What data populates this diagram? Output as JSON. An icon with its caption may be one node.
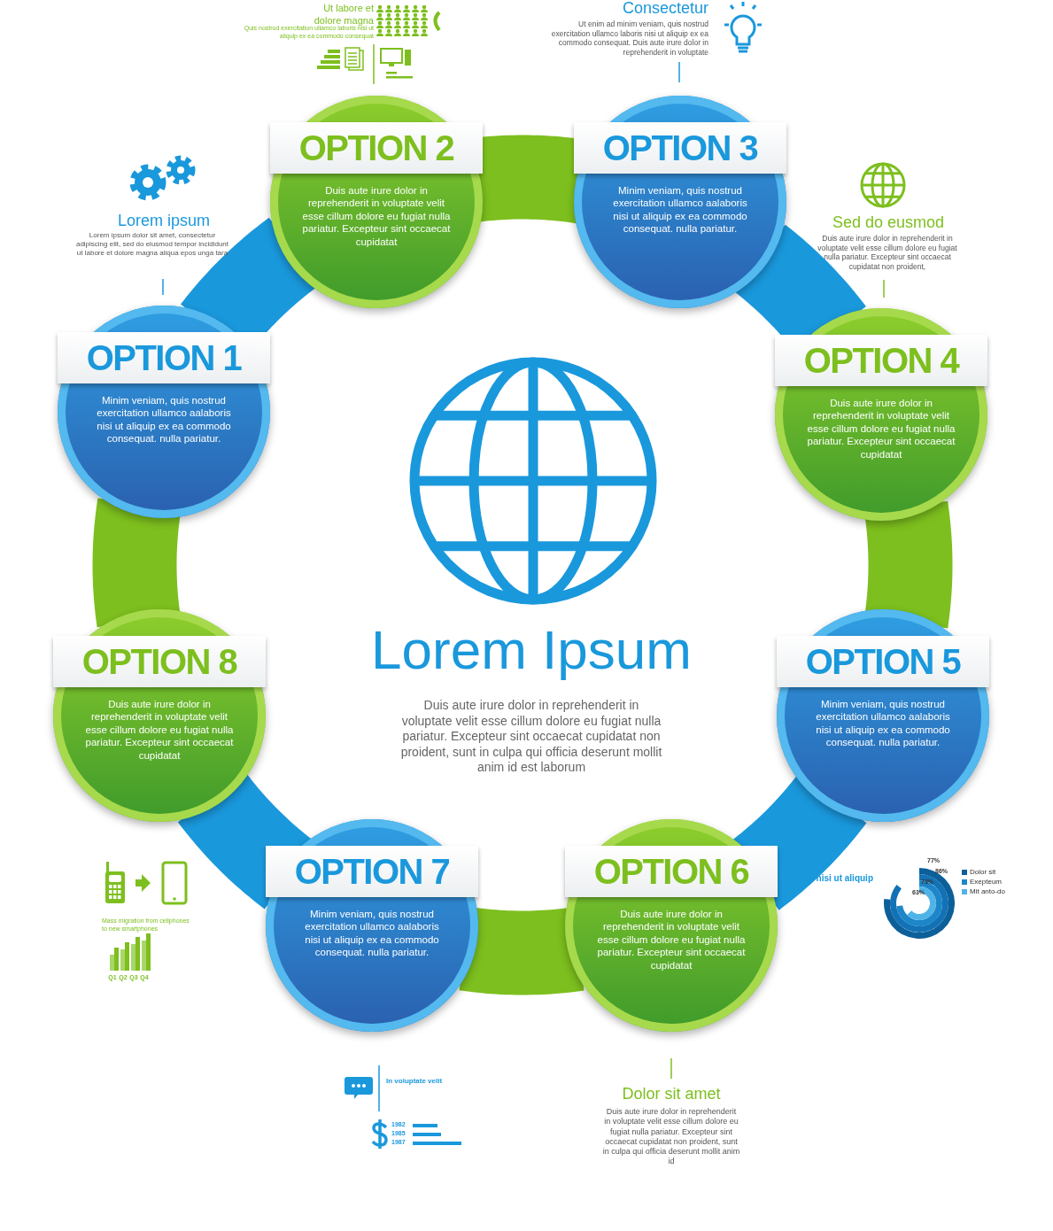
{
  "diagram": {
    "title": "Lorem Ipsum",
    "nodes": [
      {
        "text": [
          "OPTION 1",
          "Minim veniam, quis nostrud exercitation ullamco aalaboris nisi ut aliquip ex ea commodo consequat. nulla pariatur."
        ]
      },
      {
        "text": [
          "OPTION 2",
          "Duis aute irure dolor in reprehenderit in voluptate velit esse cillum dolore eu fugiat nulla pariatur. Excepteur sint occaecat cupidatat"
        ]
      },
      {
        "text": [
          "OPTION 3",
          "Minim veniam, quis nostrud exercitation ullamco aalaboris nisi ut aliquip ex ea commodo consequat. nulla pariatur."
        ]
      },
      {
        "text": [
          "OPTION 4",
          "Duis aute irure dolor in reprehenderit in voluptate velit esse cillum dolore eu fugiat nulla pariatur. Excepteur sint occaecat cupidatat"
        ]
      },
      {
        "text": [
          "OPTION 5",
          "Minim veniam, quis nostrud exercitation ullamco aalaboris nisi ut aliquip ex ea commodo consequat. nulla pariatur."
        ]
      },
      {
        "text": [
          "OPTION 6",
          "Duis aute irure dolor in reprehenderit in voluptate velit esse cillum dolore eu fugiat nulla pariatur. Excepteur sint occaecat cupidatat"
        ]
      },
      {
        "text": [
          "OPTION 7",
          "Minim veniam, quis nostrud exercitation ullamco aalaboris nisi ut aliquip ex ea commodo consequat. nulla pariatur."
        ]
      },
      {
        "text": [
          "OPTION 8",
          "Duis aute irure dolor in reprehenderit in voluptate velit esse cillum dolore eu fugiat nulla pariatur. Excepteur sint occaecat cupidatat"
        ]
      }
    ],
    "edges": [
      {
        "from": 0,
        "to": 1,
        "arrow": "none",
        "color": "#1a98dc"
      },
      {
        "from": 1,
        "to": 2,
        "arrow": "none",
        "color": "#7dbf1e"
      },
      {
        "from": 2,
        "to": 3,
        "arrow": "none",
        "color": "#1a98dc"
      },
      {
        "from": 3,
        "to": 4,
        "arrow": "none",
        "color": "#7dbf1e"
      },
      {
        "from": 4,
        "to": 5,
        "arrow": "none",
        "color": "#1a98dc"
      },
      {
        "from": 5,
        "to": 6,
        "arrow": "none",
        "color": "#7dbf1e"
      },
      {
        "from": 6,
        "to": 7,
        "arrow": "none",
        "color": "#1a98dc"
      },
      {
        "from": 7,
        "to": 0,
        "arrow": "none",
        "color": "#7dbf1e"
      }
    ],
    "labels": [
      "Ut labore et dolore magna",
      "Quis nostrud exercitation ullamco laboris nisi ut aliquip ex ea commodo consequat",
      "Consectetur",
      "Ut enim ad minim veniam, quis nostrud exercitation ullamco laboris nisi ut aliquip ex ea commodo consequat. Duis aute irure dolor in reprehenderit in voluptate",
      "Lorem ipsum",
      "Lorem ipsum dolor sit amet, consectetur adipiscing elit, sed do eiusmod tempor incididunt ut labore et dolore magna aliqua epos unga tara",
      "Sed do eusmod",
      "Duis aute irure dolor in reprehenderit in voluptate velit esse cillum dolore eu fugiat nulla pariatur. Excepteur sint occaecat cupidatat non proident,",
      "Duis aute irure dolor in reprehenderit in voluptate velit esse cillum dolore eu fugiat nulla pariatur. Excepteur sint occaecat cupidatat non proident, sunt in culpa qui officia deserunt mollit anim id est laborum",
      "Mass migration from cellphones to new smartphones",
      "Q1",
      "Q2",
      "Q3",
      "Q4",
      "nisi ut aliquip",
      "77%",
      "86%",
      "73%",
      "63%",
      "In voluptate velit",
      "1982",
      "1985",
      "1987",
      "Dolor sit amet",
      "Duis aute irure dolor in reprehenderit in voluptate velit esse cillum dolore eu fugiat nulla pariatur. Excepteur sint occaecat cupidatat non proident, sunt in culpa qui officia deserunt mollit anim id"
    ],
    "legend": [
      {
        "text": "Dolor sit",
        "color": "#0d5f99"
      },
      {
        "text": "Exepteum",
        "color": "#1c86c8"
      },
      {
        "text": "Mit anto-do",
        "color": "#4fb3e8"
      }
    ]
  }
}
